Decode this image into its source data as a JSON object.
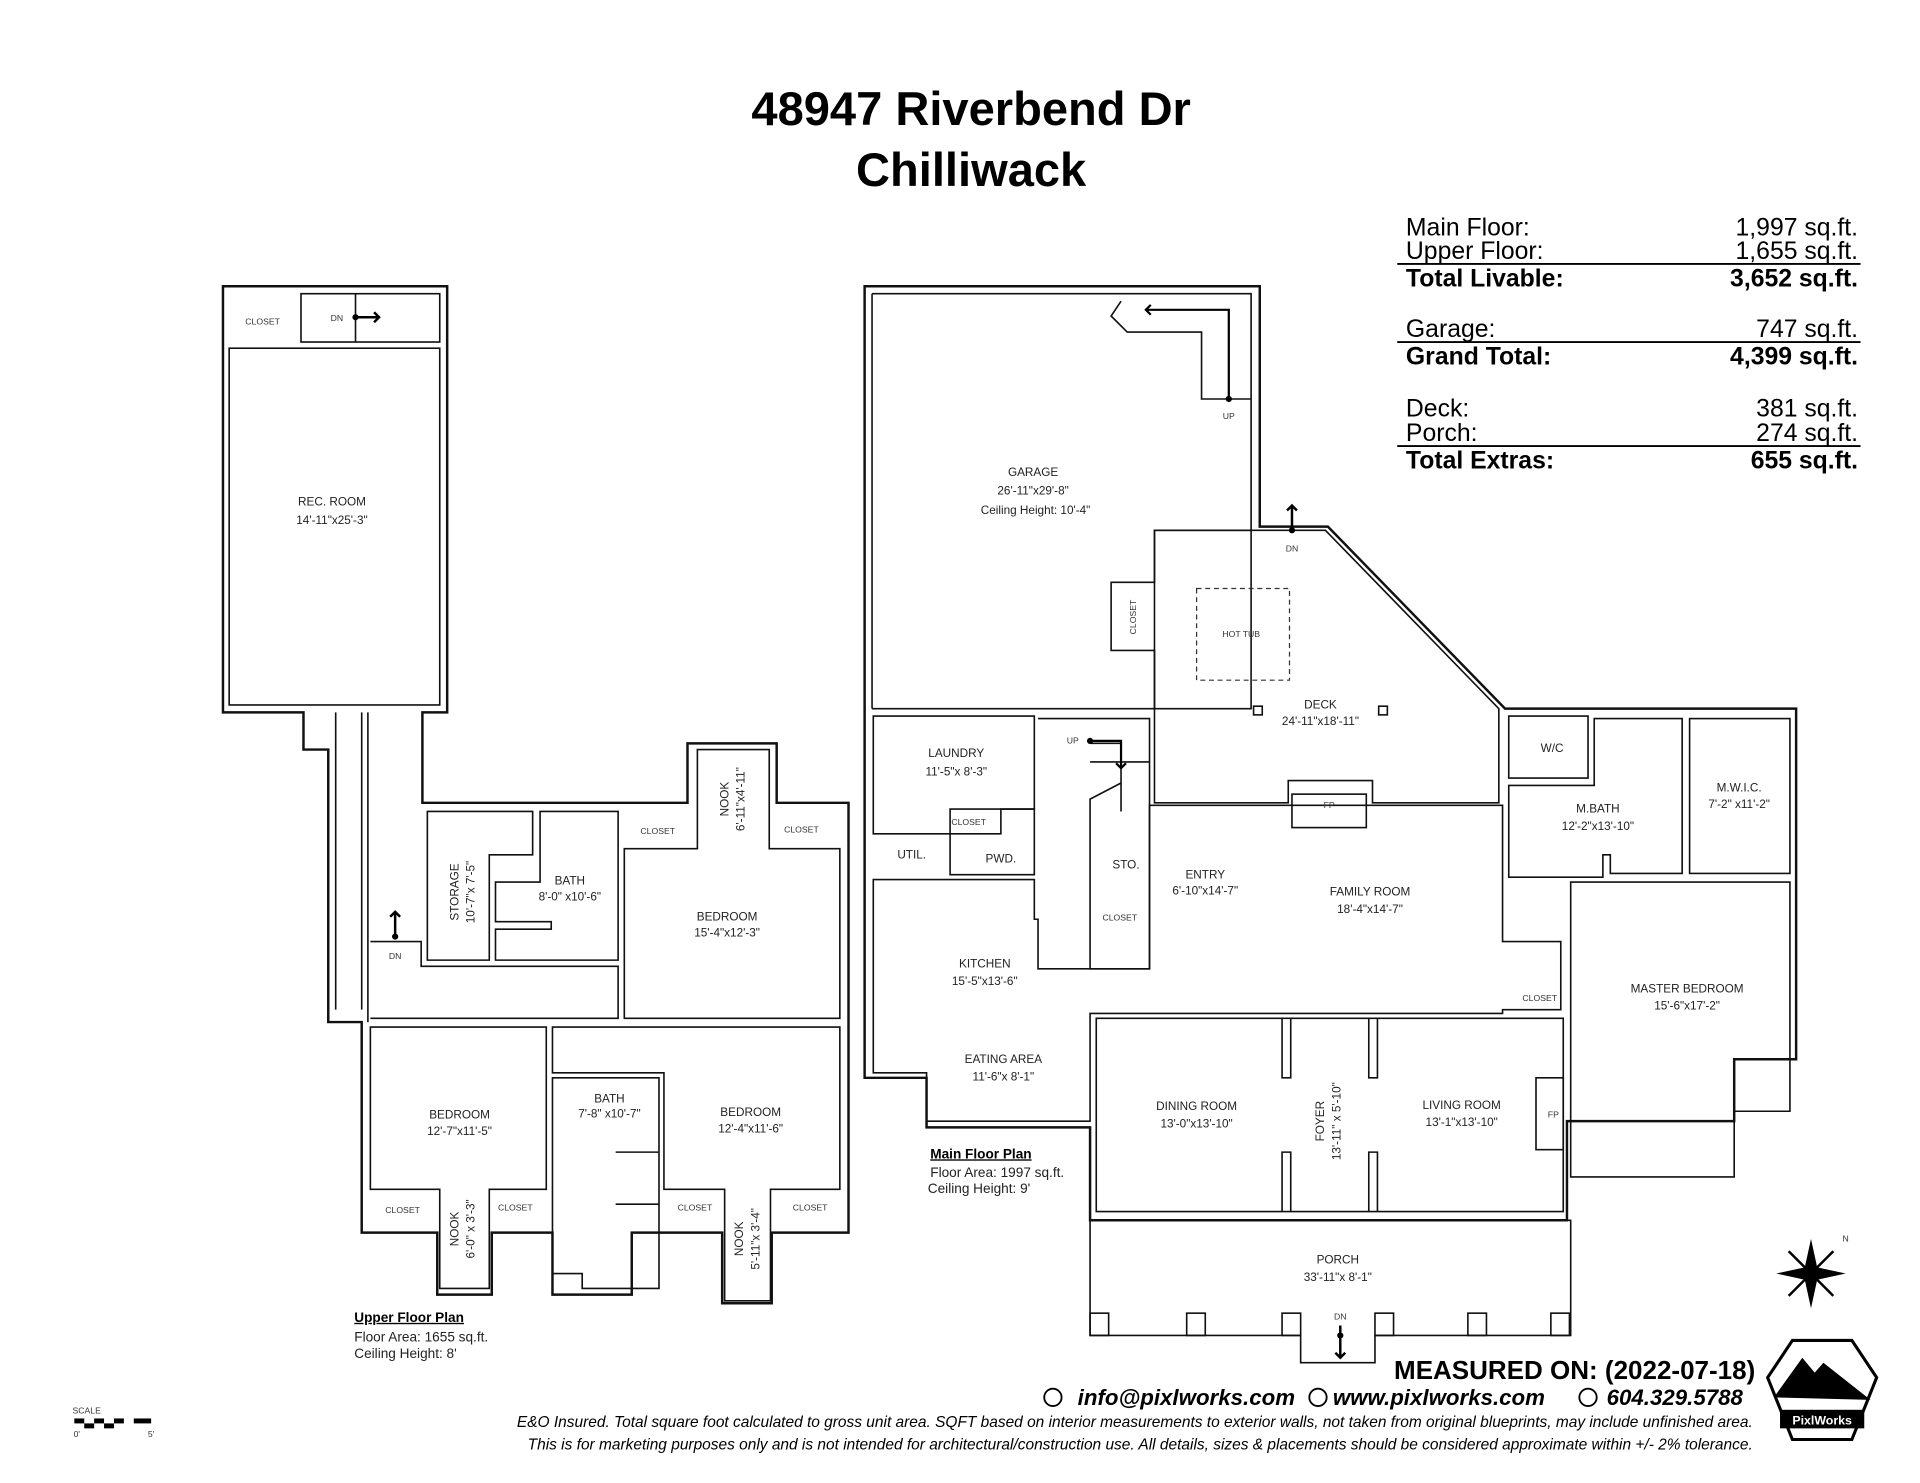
{
  "header": {
    "address": "48947 Riverbend Dr",
    "city": "Chilliwack"
  },
  "summary": {
    "main_floor": {
      "label": "Main Floor:",
      "value": "1,997 sq.ft."
    },
    "upper_floor": {
      "label": "Upper Floor:",
      "value": "1,655 sq.ft."
    },
    "total_livable": {
      "label": "Total Livable:",
      "value": "3,652 sq.ft."
    },
    "garage": {
      "label": "Garage:",
      "value": "747 sq.ft."
    },
    "grand_total": {
      "label": "Grand Total:",
      "value": "4,399 sq.ft."
    },
    "deck": {
      "label": "Deck:",
      "value": "381 sq.ft."
    },
    "porch": {
      "label": "Porch:",
      "value": "274 sq.ft."
    },
    "total_extras": {
      "label": "Total Extras:",
      "value": "655 sq.ft."
    }
  },
  "upper": {
    "caption": {
      "title": "Upper Floor Plan",
      "area": "Floor Area: 1655 sq.ft.",
      "ceiling": "Ceiling Height: 8'"
    },
    "closet": "CLOSET",
    "dn": "DN",
    "rec_room": {
      "name": "REC. ROOM",
      "dims": "14'-11\"x25'-3\""
    },
    "storage": {
      "name": "STORAGE",
      "dims": "10'-7\"x 7'-5\""
    },
    "bath1": {
      "name": "BATH",
      "dims": "8'-0\" x10'-6\""
    },
    "nook1": {
      "name": "NOOK",
      "dims": "6'-11\"x4'-11\""
    },
    "bedroom1": {
      "name": "BEDROOM",
      "dims": "15'-4\"x12'-3\""
    },
    "bedroom2": {
      "name": "BEDROOM",
      "dims": "12'-7\"x11'-5\""
    },
    "bath2": {
      "name": "BATH",
      "dims": "7'-8\" x10'-7\""
    },
    "bedroom3": {
      "name": "BEDROOM",
      "dims": "12'-4\"x11'-6\""
    },
    "nook2": {
      "name": "NOOK",
      "dims": "6'-0\" x 3'-3\""
    },
    "nook3": {
      "name": "NOOK",
      "dims": "5'-11\"x 3'-4\""
    }
  },
  "main": {
    "caption": {
      "title": "Main Floor Plan",
      "area": "Floor Area: 1997 sq.ft.",
      "ceiling": "Ceiling Height: 9'"
    },
    "closet": "CLOSET",
    "up": "UP",
    "dn": "DN",
    "fp": "FP",
    "garage": {
      "name": "GARAGE",
      "dims": "26'-11\"x29'-8\"",
      "ceiling": "Ceiling Height: 10'-4\""
    },
    "hot_tub": "HOT TUB",
    "deck": {
      "name": "DECK",
      "dims": "24'-11\"x18'-11\""
    },
    "laundry": {
      "name": "LAUNDRY",
      "dims": "11'-5\"x 8'-3\""
    },
    "util": "UTIL.",
    "pwd": "PWD.",
    "sto": "STO.",
    "entry": {
      "name": "ENTRY",
      "dims": "6'-10\"x14'-7\""
    },
    "family_room": {
      "name": "FAMILY ROOM",
      "dims": "18'-4\"x14'-7\""
    },
    "kitchen": {
      "name": "KITCHEN",
      "dims": "15'-5\"x13'-6\""
    },
    "eating_area": {
      "name": "EATING AREA",
      "dims": "11'-6\"x 8'-1\""
    },
    "dining_room": {
      "name": "DINING ROOM",
      "dims": "13'-0\"x13'-10\""
    },
    "foyer": {
      "name": "FOYER",
      "dims": "13'-11\" x 5'-10\""
    },
    "living_room": {
      "name": "LIVING ROOM",
      "dims": "13'-1\"x13'-10\""
    },
    "wc": "W/C",
    "mbath": {
      "name": "M.BATH",
      "dims": "12'-2\"x13'-10\""
    },
    "mwic": {
      "name": "M.W.I.C.",
      "dims": "7'-2\" x11'-2\""
    },
    "master_bedroom": {
      "name": "MASTER BEDROOM",
      "dims": "15'-6\"x17'-2\""
    },
    "porch": {
      "name": "PORCH",
      "dims": "33'-11\"x 8'-1\""
    }
  },
  "scale": {
    "label": "SCALE",
    "min": "0'",
    "max": "5'"
  },
  "footer": {
    "measured_on": "MEASURED ON: (2022-07-18)",
    "email": "info@pixlworks.com",
    "website": "www.pixlworks.com",
    "phone": "604.329.5788",
    "disclaimer1": "E&O Insured.  Total square foot calculated to gross unit area. SQFT based on interior measurements to exterior walls, not taken from original blueprints, may include unfinished area.",
    "disclaimer2": "This is for marketing purposes only and is not intended for architectural/construction use.  All details, sizes & placements should be considered approximate within +/- 2%  tolerance.",
    "logo_text": "PixlWorks"
  },
  "compass": {
    "north": "N"
  }
}
